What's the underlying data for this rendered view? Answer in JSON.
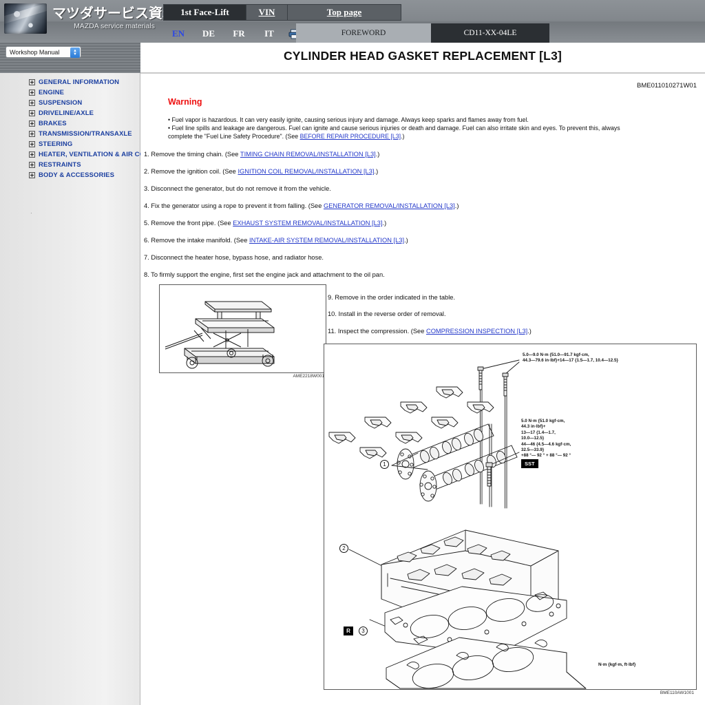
{
  "header": {
    "logo_jp": "マツダサービス資料",
    "logo_en": "MAZDA service materials",
    "top_tabs": [
      {
        "label": "1st Face-Lift",
        "selected": true
      },
      {
        "label": "VIN",
        "selected": false
      },
      {
        "label": "Top page",
        "selected": false
      }
    ],
    "languages": [
      {
        "label": "EN",
        "active": true
      },
      {
        "label": "DE",
        "active": false
      },
      {
        "label": "FR",
        "active": false
      },
      {
        "label": "IT",
        "active": false
      }
    ],
    "print_icon": "printer-icon",
    "section_tabs": [
      {
        "label": "FOREWORD",
        "selected": false
      },
      {
        "label": "CD11-XX-04LE",
        "selected": true
      }
    ]
  },
  "sidebar": {
    "manual_select": {
      "value": "Workshop Manual"
    },
    "tree_items": [
      {
        "label": "GENERAL INFORMATION"
      },
      {
        "label": "ENGINE"
      },
      {
        "label": "SUSPENSION"
      },
      {
        "label": "DRIVELINE/AXLE"
      },
      {
        "label": "BRAKES"
      },
      {
        "label": "TRANSMISSION/TRANSAXLE"
      },
      {
        "label": "STEERING"
      },
      {
        "label": "HEATER, VENTILATION & AIR CONDITIONING"
      },
      {
        "label": "RESTRAINTS"
      },
      {
        "label": "BODY & ACCESSORIES"
      }
    ],
    "tree_tail": "·"
  },
  "main": {
    "title": "CYLINDER HEAD GASKET REPLACEMENT [L3]",
    "doc_id": "BME011010271W01",
    "warning_label": "Warning",
    "warning_lines": [
      "• Fuel vapor is hazardous. It can very easily ignite, causing serious injury and damage. Always keep sparks and flames away from fuel.",
      "• Fuel line spills and leakage are dangerous. Fuel can ignite and cause serious injuries or death and damage. Fuel can also irritate skin and eyes. To prevent this, always",
      "complete the \"Fuel Line Safety Procedure\". (See "
    ],
    "warning_link": "BEFORE REPAIR PROCEDURE [L3]",
    "warning_tail": ".)",
    "steps": [
      {
        "num": "1.",
        "pre": " Remove the timing chain. (See ",
        "link": "TIMING CHAIN REMOVAL/INSTALLATION [L3]",
        "post": ".)"
      },
      {
        "num": "2.",
        "pre": " Remove the ignition coil. (See ",
        "link": "IGNITION COIL REMOVAL/INSTALLATION [L3]",
        "post": ".)"
      },
      {
        "num": "3.",
        "pre": " Disconnect the generator, but do not remove it from the vehicle.",
        "link": "",
        "post": ""
      },
      {
        "num": "4.",
        "pre": " Fix the generator using a rope to prevent it from falling. (See ",
        "link": "GENERATOR REMOVAL/INSTALLATION [L3]",
        "post": ".)"
      },
      {
        "num": "5.",
        "pre": " Remove the front pipe. (See ",
        "link": "EXHAUST SYSTEM REMOVAL/INSTALLATION [L3]",
        "post": ".)"
      },
      {
        "num": "6.",
        "pre": " Remove the intake manifold. (See ",
        "link": "INTAKE-AIR SYSTEM REMOVAL/INSTALLATION [L3]",
        "post": ".)"
      },
      {
        "num": "7.",
        "pre": " Disconnect the heater hose, bypass hose, and radiator hose.",
        "link": "",
        "post": ""
      },
      {
        "num": "8.",
        "pre": " To firmly support the engine, first set the engine jack and attachment to the oil pan.",
        "link": "",
        "post": ""
      }
    ],
    "steps_right": [
      {
        "num": "9.",
        "pre": " Remove in the order indicated in the table.",
        "link": "",
        "post": ""
      },
      {
        "num": "10.",
        "pre": " Install in the reverse order of removal.",
        "link": "",
        "post": ""
      },
      {
        "num": "11.",
        "pre": " Inspect the compression. (See ",
        "link": "COMPRESSION INSPECTION [L3]",
        "post": ".)"
      }
    ],
    "figure1": {
      "caption": "AME2218W001",
      "alt": "engine-jack-illustration"
    },
    "figure2": {
      "caption": "BME110AW1001",
      "alt": "cylinder-head-exploded-view",
      "unit_note": "N·m {kgf·m, ft·lbf}",
      "torque_note_1": "5.0—9.0 N·m {51.0—91.7 kgf·cm,\n44.3—79.6 in·lbf}+14—17 {1.5—1.7, 10.4—12.5}",
      "torque_note_2": "5.0 N·m {51.0 kgf·cm,\n44.3 in·lbf}+\n13—17 {1.4—1.7,\n10.0—12.5}\n44—46 {4.5—4.6 kgf·cm,\n32.5—33.9}\n+88 °— 92 ° + 88 °— 92 °",
      "sst_badge": "SST",
      "callouts": [
        "1",
        "2",
        "3"
      ],
      "r_badge": "R"
    }
  }
}
